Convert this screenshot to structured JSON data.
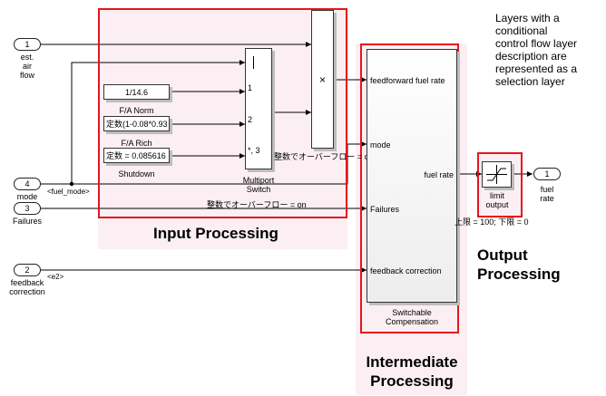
{
  "note": {
    "lines": [
      "Layers with a",
      "conditional",
      "control flow layer",
      "description are",
      "represented as a",
      "selection layer"
    ]
  },
  "layers": {
    "input": "Input Processing",
    "intermediate": [
      "Intermediate",
      "Processing"
    ],
    "output": [
      "Output",
      "Processing"
    ]
  },
  "inports": [
    {
      "num": "1",
      "name": [
        "est.",
        "air",
        "flow"
      ]
    },
    {
      "num": "4",
      "name": [
        "mode"
      ]
    },
    {
      "num": "3",
      "name": [
        "Failures"
      ]
    },
    {
      "num": "2",
      "name": [
        "feedback",
        "correction"
      ]
    }
  ],
  "outport": {
    "num": "1",
    "name": [
      "fuel",
      "rate"
    ]
  },
  "signals": {
    "fuel_mode": "<fuel_mode>",
    "e2": "<e2>"
  },
  "constants": [
    {
      "value": "1/14.6",
      "label": "F/A Norm"
    },
    {
      "value": "定数(1-0.08*0.93",
      "label": "F/A Rich"
    },
    {
      "value": "定数 = 0.085616",
      "label": "Shutdown"
    }
  ],
  "switch": {
    "ports": [
      "1",
      "2",
      "*, 3"
    ],
    "label": [
      "Multiport",
      "Switch"
    ]
  },
  "product": {
    "symbol": "×"
  },
  "overflow_labels": [
    "整数でオーバーフロー = on",
    "整数でオーバーフロー = on"
  ],
  "compensation": {
    "inputs": [
      "feedforward fuel rate",
      "mode",
      "Failures",
      "feedback correction"
    ],
    "output": "fuel rate",
    "label": [
      "Switchable",
      "Compensation"
    ]
  },
  "limit": {
    "label": [
      "limit",
      "output"
    ],
    "params": "上限 = 100; 下限 = 0"
  }
}
